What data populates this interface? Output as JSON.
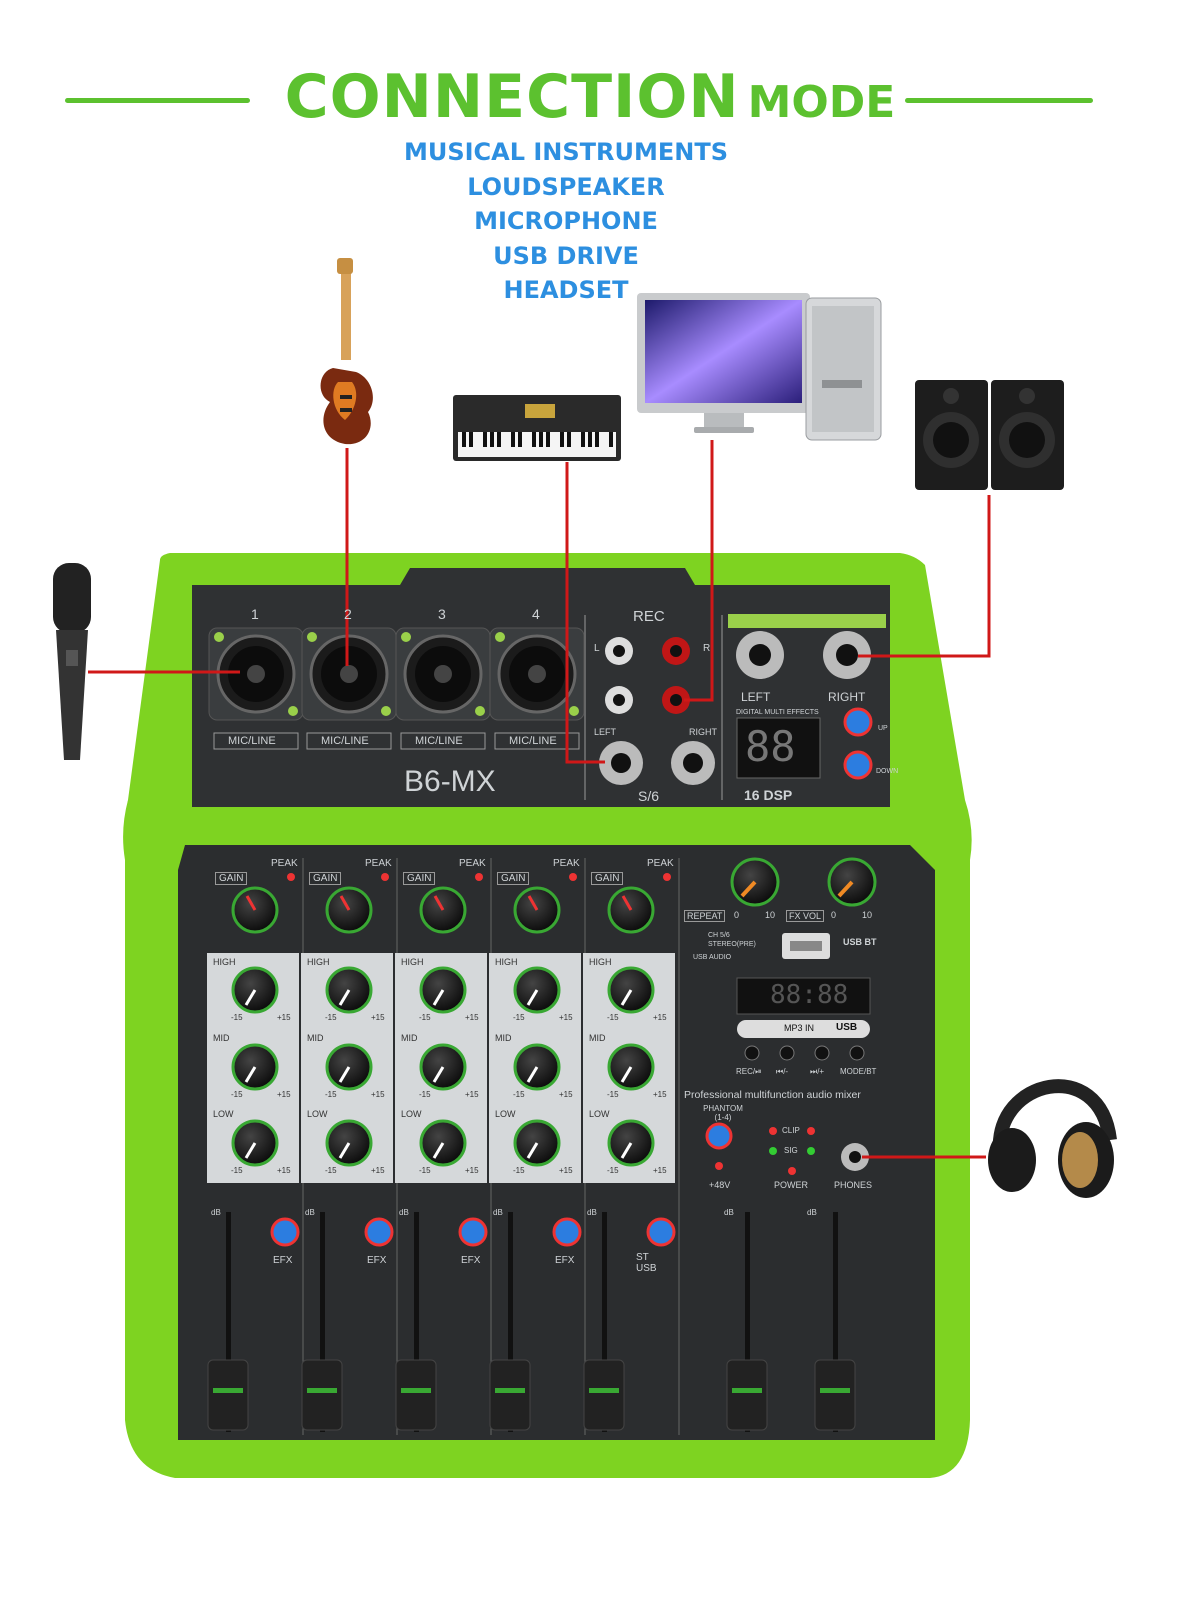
{
  "header": {
    "title_main": "CONNECTION",
    "title_sub": "MODE",
    "items": [
      "MUSICAL INSTRUMENTS",
      "LOUDSPEAKER",
      "MICROPHONE",
      "USB DRIVE",
      "HEADSET"
    ]
  },
  "colors": {
    "accent_green": "#5cc12f",
    "list_blue": "#2d8fe0",
    "body_green": "#7ed321",
    "panel_dark": "#2f3133",
    "cable_red": "#d01818"
  },
  "devices": {
    "guitar": "guitar-icon",
    "keyboard": "keyboard-icon",
    "computer": "computer-icon",
    "speakers": "speakers-icon",
    "microphone": "microphone-icon",
    "headphones": "headphones-icon"
  },
  "mixer": {
    "model": "B6-MX",
    "channel_numbers": [
      "1",
      "2",
      "3",
      "4"
    ],
    "input_label": "MIC/LINE",
    "rec_label": "REC",
    "rec_l": "L",
    "rec_r": "R",
    "s6_label": "S/6",
    "s6_left": "LEFT",
    "s6_right": "RIGHT",
    "main_out_left": "LEFT",
    "main_out_right": "RIGHT",
    "effects_title": "DIGITAL MULTI EFFECTS",
    "effects_display": "88",
    "up": "UP",
    "down": "DOWN",
    "dsp": "16 DSP",
    "gain": "GAIN",
    "peak": "PEAK",
    "high": "HIGH",
    "mid": "MID",
    "low": "LOW",
    "eq_min": "-15",
    "eq_max": "+15",
    "efx": "EFX",
    "st_usb": "ST USB",
    "repeat": "REPEAT",
    "fx_vol": "FX VOL",
    "knob_min": "0",
    "knob_max": "10",
    "usb_bt": "USB BT",
    "ch56_line1": "CH 5/6",
    "ch56_line2": "STEREO(PRE)",
    "usb_audio": "USB AUDIO",
    "player_display": "88:88",
    "mp3in": "MP3 IN",
    "usb": "USB",
    "player_buttons": [
      "REC/⏯",
      "⏮/-",
      "⏭/+",
      "MODE/BT"
    ],
    "product_line": "Professional multifunction audio mixer",
    "phantom": "PHANTOM (1-4)",
    "plus48v": "+48V",
    "clip": "CLIP",
    "sig": "SIG",
    "power": "POWER",
    "phones": "PHONES",
    "db": "dB"
  }
}
